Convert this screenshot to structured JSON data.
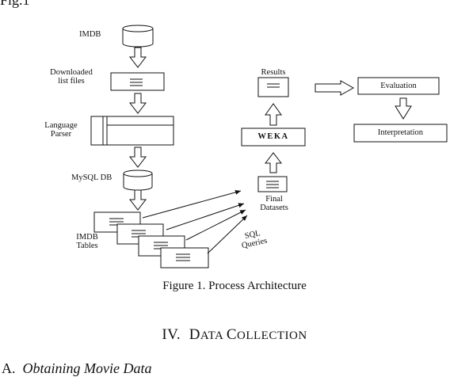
{
  "header": {
    "fig_label": "Fig.1"
  },
  "diagram": {
    "nodes": {
      "imdb": "IMDB",
      "downloaded": [
        "Downloaded",
        "list files"
      ],
      "parser": [
        "Language",
        "Parser"
      ],
      "mysql": "MySQL DB",
      "tables": [
        "IMDB",
        "Tables"
      ],
      "final": [
        "Final",
        "Datasets"
      ],
      "weka": "WEKA",
      "results": "Results",
      "evaluation": "Evaluation",
      "interpretation": "Interpretation",
      "sql": [
        "SQL",
        "Queries"
      ]
    }
  },
  "caption": "Figure 1. Process Architecture",
  "section": {
    "number": "IV.",
    "title_big1": "D",
    "title_rest1": "ATA ",
    "title_big2": "C",
    "title_rest2": "OLLECTION"
  },
  "subsection": {
    "prefix": "A.",
    "title": "Obtaining Movie Data"
  }
}
